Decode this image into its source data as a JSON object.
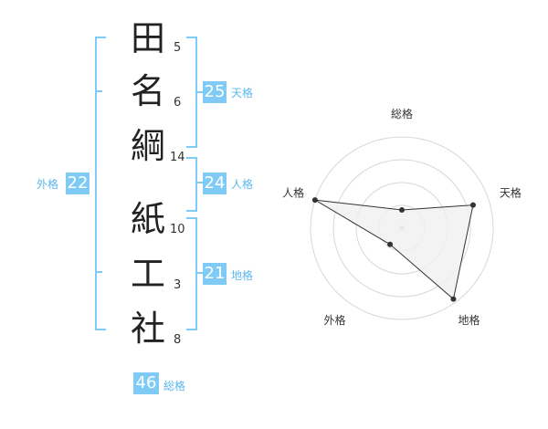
{
  "name": {
    "chars": [
      {
        "char": "田",
        "strokes": "5"
      },
      {
        "char": "名",
        "strokes": "6"
      },
      {
        "char": "綱",
        "strokes": "14"
      },
      {
        "char": "紙",
        "strokes": "10"
      },
      {
        "char": "工",
        "strokes": "3"
      },
      {
        "char": "社",
        "strokes": "8"
      }
    ]
  },
  "kaku": {
    "tenkaku": {
      "value": "25",
      "label": "天格"
    },
    "jinkaku": {
      "value": "24",
      "label": "人格"
    },
    "chikaku": {
      "value": "21",
      "label": "地格"
    },
    "gaikaku": {
      "value": "22",
      "label": "外格"
    },
    "soukaku": {
      "value": "46",
      "label": "総格"
    }
  },
  "chart_data": {
    "type": "radar",
    "axes": [
      "総格",
      "天格",
      "地格",
      "外格",
      "人格"
    ],
    "rings": 4,
    "values": [
      0.2,
      0.82,
      0.96,
      0.22,
      1.0
    ],
    "fill": "#f0f0f0",
    "line_color": "#333333"
  },
  "colors": {
    "accent": "#7fcbf5",
    "label": "#5cb8ec"
  }
}
